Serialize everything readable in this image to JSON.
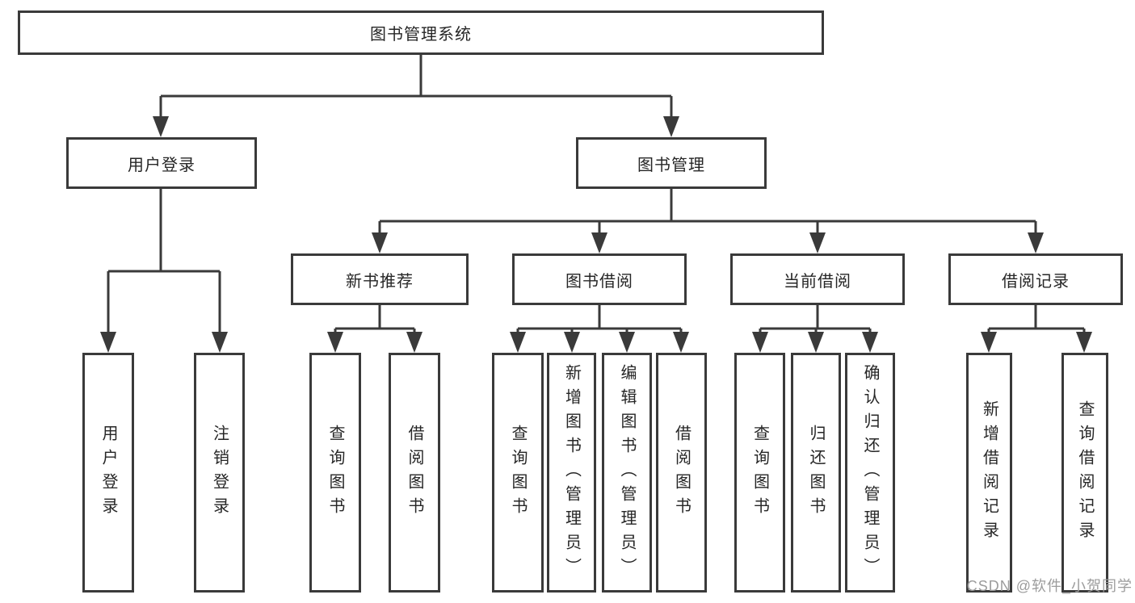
{
  "diagram": {
    "root": {
      "label": "图书管理系统"
    },
    "branches": [
      {
        "label": "用户登录",
        "children": [
          {
            "label": "用户登录"
          },
          {
            "label": "注销登录"
          }
        ]
      },
      {
        "label": "图书管理",
        "children": [
          {
            "label": "新书推荐",
            "children": [
              {
                "label": "查询图书"
              },
              {
                "label": "借阅图书"
              }
            ]
          },
          {
            "label": "图书借阅",
            "children": [
              {
                "label": "查询图书"
              },
              {
                "label": "新增图书（管理员）"
              },
              {
                "label": "编辑图书（管理员）"
              },
              {
                "label": "借阅图书"
              }
            ]
          },
          {
            "label": "当前借阅",
            "children": [
              {
                "label": "查询图书"
              },
              {
                "label": "归还图书"
              },
              {
                "label": "确认归还（管理员）"
              }
            ]
          },
          {
            "label": "借阅记录",
            "children": [
              {
                "label": "新增借阅记录"
              },
              {
                "label": "查询借阅记录"
              }
            ]
          }
        ]
      }
    ]
  },
  "watermark": "CSDN @软件_小贺同学",
  "colors": {
    "line": "#3a3a3a",
    "text": "#262626",
    "watermark": "#9c9c9c",
    "background": "#ffffff"
  }
}
